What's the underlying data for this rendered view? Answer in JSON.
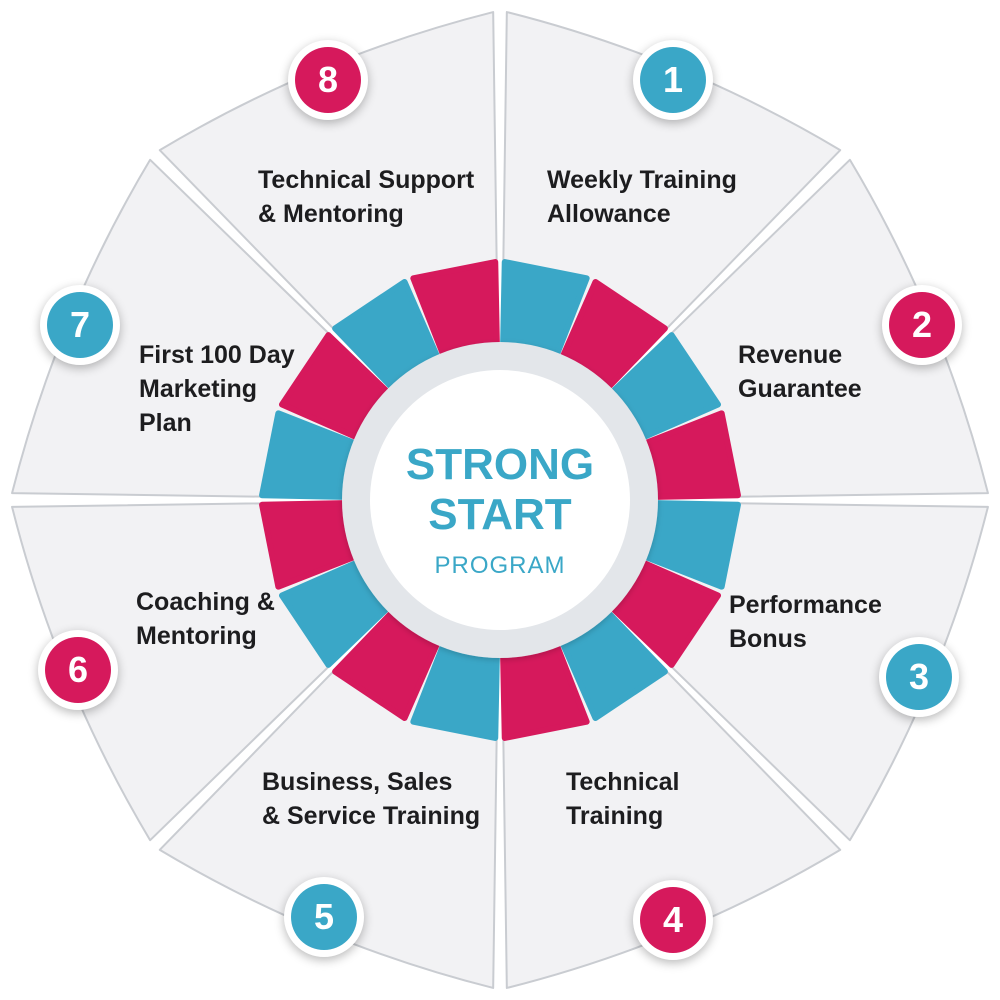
{
  "center": {
    "line1": "STRONG",
    "line2": "START",
    "subtitle": "PROGRAM"
  },
  "colors": {
    "magenta": "#d6195c",
    "blue": "#3aa7c7",
    "panel": "#f2f2f4",
    "text": "#1d1d1f"
  },
  "segments": [
    {
      "number": "1",
      "label": "Weekly Training\nAllowance",
      "badge_color": "blue"
    },
    {
      "number": "2",
      "label": "Revenue\nGuarantee",
      "badge_color": "magenta"
    },
    {
      "number": "3",
      "label": "Performance\nBonus",
      "badge_color": "blue"
    },
    {
      "number": "4",
      "label": "Technical\nTraining",
      "badge_color": "magenta"
    },
    {
      "number": "5",
      "label": "Business, Sales\n& Service Training",
      "badge_color": "blue"
    },
    {
      "number": "6",
      "label": "Coaching &\nMentoring",
      "badge_color": "magenta"
    },
    {
      "number": "7",
      "label": "First 100 Day\nMarketing\nPlan",
      "badge_color": "blue"
    },
    {
      "number": "8",
      "label": "Technical Support\n& Mentoring",
      "badge_color": "magenta"
    }
  ]
}
